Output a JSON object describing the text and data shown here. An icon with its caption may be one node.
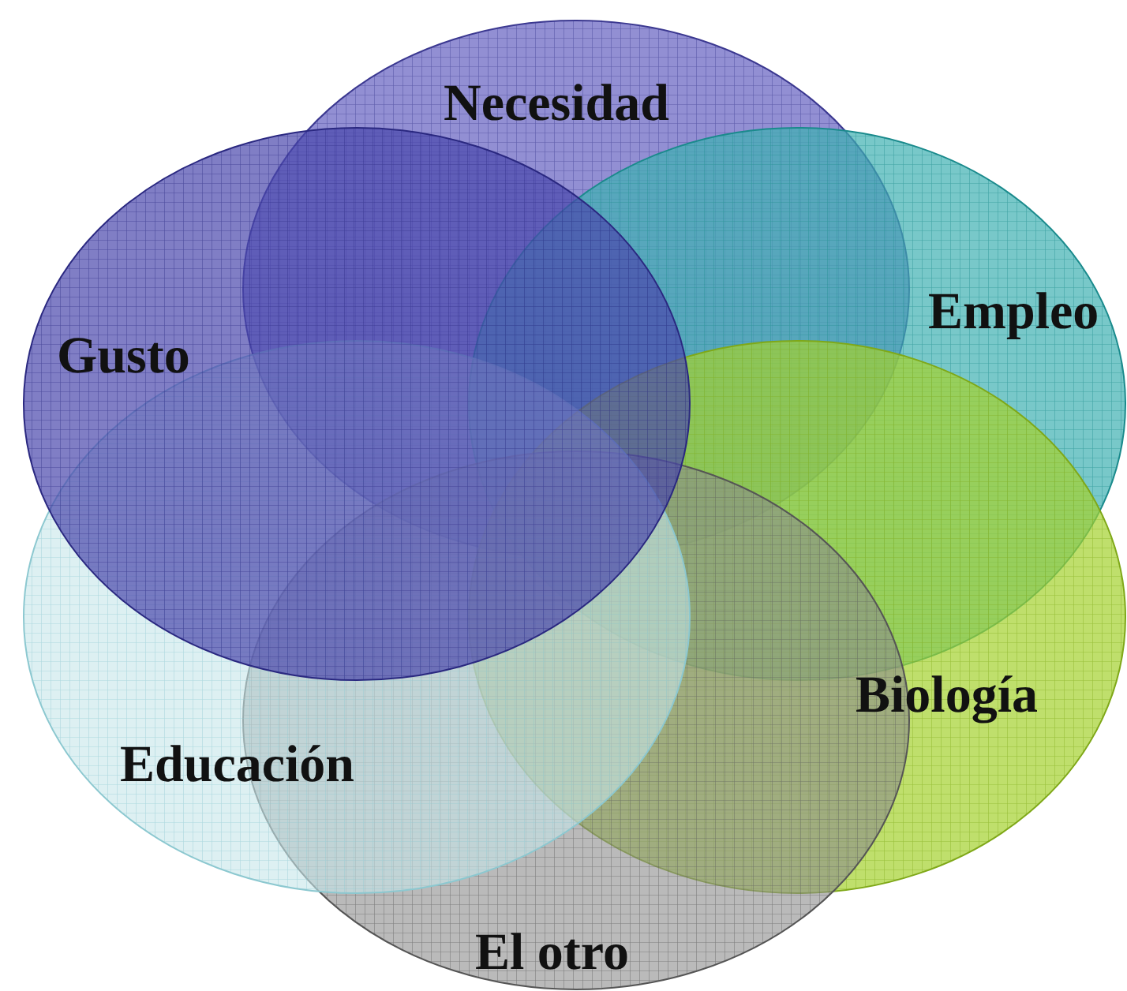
{
  "diagram": {
    "nodes": [
      {
        "text": [
          "Necesidad"
        ]
      },
      {
        "text": [
          "Empleo"
        ]
      },
      {
        "text": [
          "Biología"
        ]
      },
      {
        "text": [
          "El otro"
        ]
      },
      {
        "text": [
          "Educación"
        ]
      },
      {
        "text": [
          "Gusto"
        ]
      }
    ]
  }
}
